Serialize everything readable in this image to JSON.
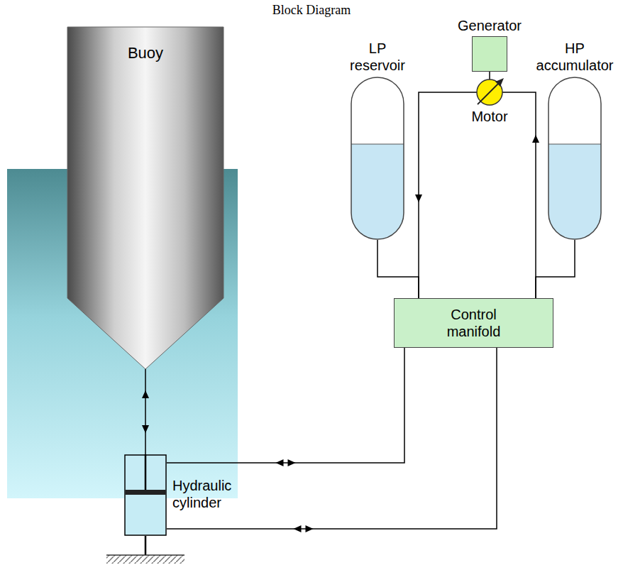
{
  "diagram": {
    "title": "Block Diagram",
    "nodes": [
      {
        "text": [
          "Buoy"
        ]
      },
      {
        "text": [
          "Generator"
        ]
      },
      {
        "text": [
          "LP reservoir"
        ]
      },
      {
        "text": [
          "Motor"
        ]
      },
      {
        "text": [
          "HP accumulator"
        ]
      },
      {
        "text": [
          "Control manifold"
        ]
      },
      {
        "text": [
          "Hydraulic cylinder"
        ]
      }
    ],
    "edges": [
      {
        "from": 3,
        "to": 1,
        "arrow": "none"
      },
      {
        "from": 3,
        "to": 5,
        "arrow": "to"
      },
      {
        "from": 5,
        "to": 3,
        "arrow": "to"
      },
      {
        "from": 2,
        "to": 5,
        "arrow": "none"
      },
      {
        "from": 4,
        "to": 5,
        "arrow": "none"
      },
      {
        "from": 6,
        "to": 5,
        "arrow": "both"
      },
      {
        "from": 6,
        "to": 5,
        "arrow": "both"
      },
      {
        "from": 0,
        "to": 6,
        "arrow": "both"
      }
    ]
  }
}
